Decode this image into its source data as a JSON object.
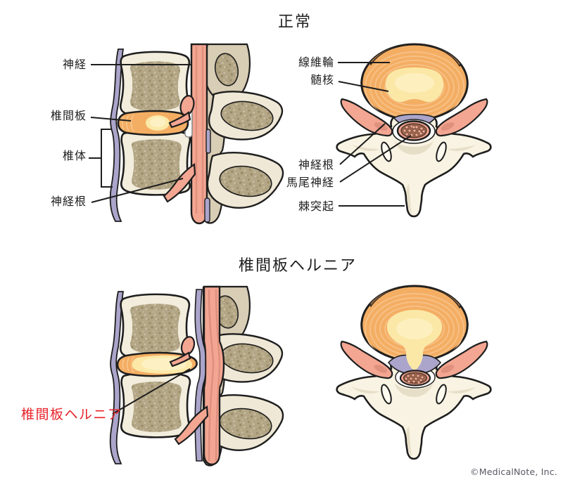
{
  "titles": {
    "normal": "正常",
    "hernia": "椎間板ヘルニア"
  },
  "sagittal_labels": {
    "nerve": "神経",
    "intervertebral_disc": "椎間板",
    "vertebral_body": "椎体",
    "nerve_root": "神経根"
  },
  "axial_labels": {
    "annulus_fibrosus": "線維輪",
    "nucleus_pulposus": "髄核",
    "nerve_root": "神経根",
    "cauda_equina": "馬尾神経",
    "spinous_process": "棘突起"
  },
  "hernia_pointer_label": "椎間板ヘルニア",
  "copyright": "©MedicalNote, Inc.",
  "colors": {
    "outline": "#1e1e1e",
    "bone_cream": "#F2EDDC",
    "bone_bright": "#F8F3E2",
    "trabecular": "#B3A686",
    "posterior_tan": "#D8CDB5",
    "disc_orange": "#F4AE63",
    "disc_ring": "#F8C68D",
    "nucleus_yellow": "#FCE9A9",
    "nerve_pink": "#F3A692",
    "ligament_lavender": "#ABA5CB",
    "cauda_brown": "#9C664F",
    "hernia_red": "#e8232a",
    "copyright_gray": "#585862"
  }
}
